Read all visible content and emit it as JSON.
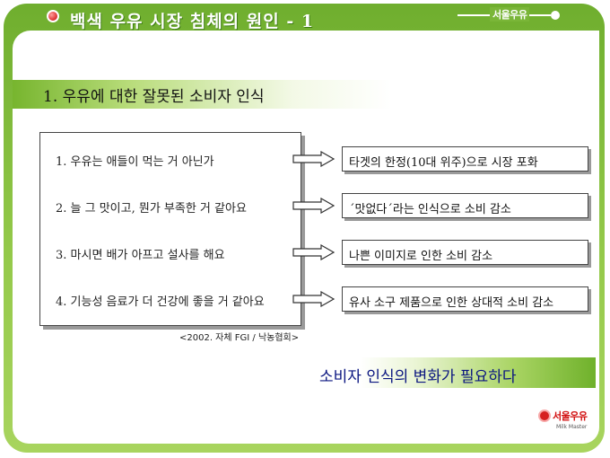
{
  "header": {
    "title": "백색 우유 시장 침체의 원인 - 1",
    "logo_text": "서울우유"
  },
  "section": {
    "title": "1. 우유에 대한 잘못된 소비자 인식"
  },
  "perceptions": [
    {
      "label": "1. 우유는 애들이 먹는 거 아닌가",
      "result": "타겟의 한정(10대 위주)으로 시장 포화"
    },
    {
      "label": "2. 늘 그 맛이고, 뭔가 부족한 거 같아요",
      "result": "´맛없다´라는 인식으로 소비 감소"
    },
    {
      "label": "3. 마시면 배가 아프고 설사를 해요",
      "result": "나쁜 이미지로 인한 소비 감소"
    },
    {
      "label": "4. 기능성 음료가 더 건강에 좋을 거 같아요",
      "result": "유사 소구 제품으로 인한 상대적 소비 감소"
    }
  ],
  "source": "<2002. 자체 FGI / 낙농협회>",
  "conclusion": "소비자 인식의 변화가 필요하다",
  "brand": {
    "name": "서울우유",
    "sub": "Milk Master"
  },
  "colors": {
    "frame_green": "#7ab638",
    "conclusion_text": "#0a1580",
    "brand_red": "#d10e0e"
  }
}
